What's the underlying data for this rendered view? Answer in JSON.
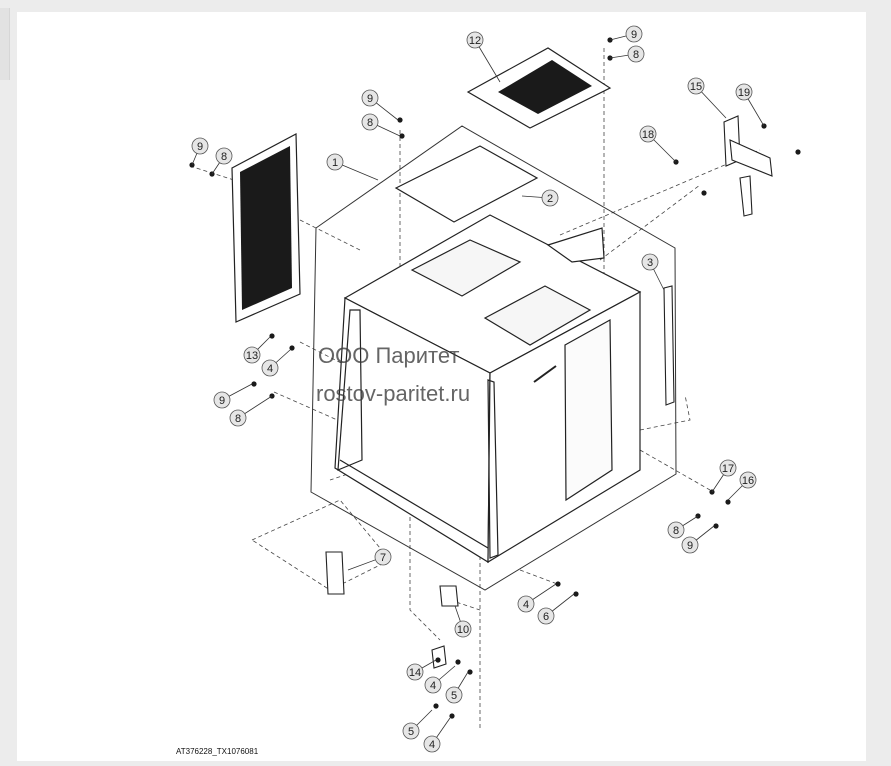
{
  "diagram": {
    "caption": "AT376228_TX1076081",
    "watermark": {
      "line1": "ООО Паритет",
      "line2": "rostov-paritet.ru"
    },
    "callouts": [
      {
        "n": "12"
      },
      {
        "n": "9"
      },
      {
        "n": "8"
      },
      {
        "n": "9"
      },
      {
        "n": "8"
      },
      {
        "n": "15"
      },
      {
        "n": "19"
      },
      {
        "n": "18"
      },
      {
        "n": "9"
      },
      {
        "n": "8"
      },
      {
        "n": "1"
      },
      {
        "n": "2"
      },
      {
        "n": "3"
      },
      {
        "n": "13"
      },
      {
        "n": "4"
      },
      {
        "n": "9"
      },
      {
        "n": "8"
      },
      {
        "n": "17"
      },
      {
        "n": "16"
      },
      {
        "n": "8"
      },
      {
        "n": "9"
      },
      {
        "n": "7"
      },
      {
        "n": "4"
      },
      {
        "n": "6"
      },
      {
        "n": "10"
      },
      {
        "n": "14"
      },
      {
        "n": "4"
      },
      {
        "n": "5"
      },
      {
        "n": "5"
      },
      {
        "n": "4"
      }
    ]
  }
}
